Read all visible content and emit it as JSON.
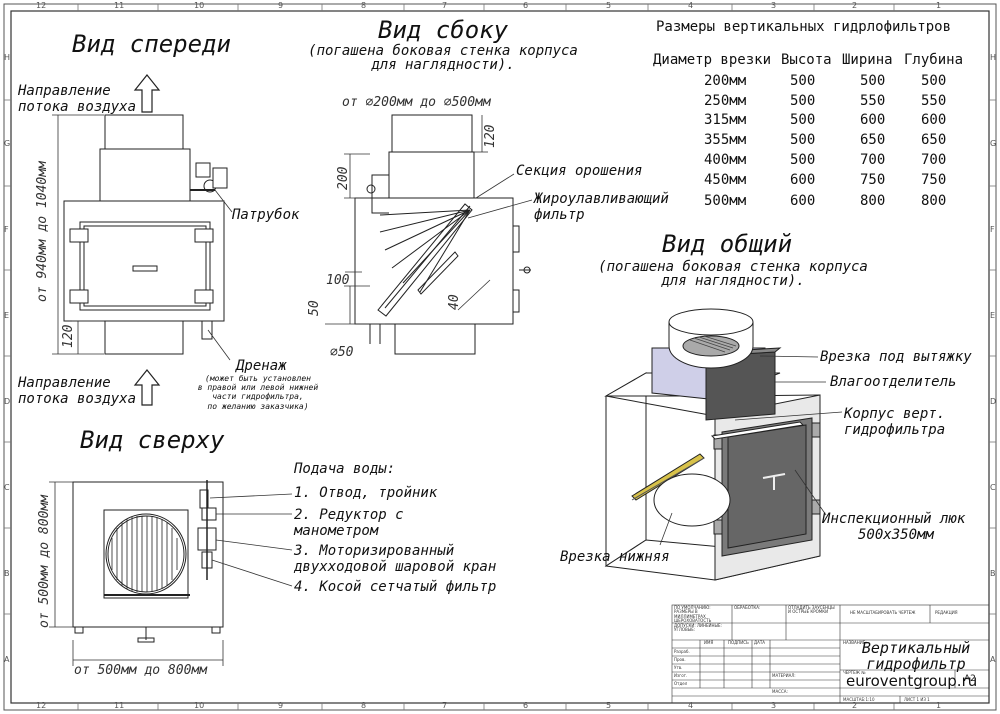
{
  "frame": {
    "cols_top": [
      "12",
      "11",
      "10",
      "9",
      "8",
      "7",
      "6",
      "5",
      "4",
      "3",
      "2",
      "1"
    ],
    "cols_bottom": [
      "12",
      "11",
      "10",
      "9",
      "8",
      "7",
      "6",
      "5",
      "4",
      "3",
      "2",
      "1"
    ],
    "rows": [
      "H",
      "G",
      "F",
      "E",
      "D",
      "C",
      "B",
      "A"
    ]
  },
  "front": {
    "title": "Вид спереди",
    "airflow_top": [
      "Направление",
      "потока воздуха"
    ],
    "airflow_bottom": [
      "Направление",
      "потока воздуха"
    ],
    "patrubok": "Патрубок",
    "drain": "Дренаж",
    "drain_note": [
      "(может быть установлен",
      "в правой или левой нижней",
      "части гидрофильтра,",
      "по желанию заказчика)"
    ],
    "dim_height": "от 940мм до 1040мм",
    "dim_120": "120"
  },
  "side": {
    "title": "Вид сбоку",
    "subtitle": [
      "(погашена боковая стенка корпуса",
      "для наглядности)."
    ],
    "diam_range": "от ∅200мм до ∅500мм",
    "dim_200": "200",
    "dim_120": "120",
    "dim_100": "100",
    "dim_50": "50",
    "dim_40": "40",
    "dim_d50": "∅50",
    "spray": "Секция орошения",
    "grease": [
      "Жироулавливающий",
      "фильтр"
    ]
  },
  "sizes": {
    "title": "Размеры вертикальных гидрлофильтров",
    "headers": [
      "Диаметр врезки",
      "Высота",
      "Ширина",
      "Глубина"
    ],
    "rows": [
      [
        "200мм",
        "500",
        "500",
        "500"
      ],
      [
        "250мм",
        "500",
        "550",
        "550"
      ],
      [
        "315мм",
        "500",
        "600",
        "600"
      ],
      [
        "355мм",
        "500",
        "650",
        "650"
      ],
      [
        "400мм",
        "500",
        "700",
        "700"
      ],
      [
        "450мм",
        "600",
        "750",
        "750"
      ],
      [
        "500мм",
        "600",
        "800",
        "800"
      ]
    ]
  },
  "general": {
    "title": "Вид общий",
    "subtitle": [
      "(погашена боковая стенка корпуса",
      "для наглядности)."
    ],
    "exhaust": "Врезка под вытяжку",
    "moisture": "Влагоотделитель",
    "body": [
      "Корпус верт.",
      "гидрофильтра"
    ],
    "hatch": [
      "Инспекционный люк",
      "500х350мм"
    ],
    "bottom": "Врезка нижняя"
  },
  "top": {
    "title": "Вид сверху",
    "water_title": "Подача воды:",
    "items": [
      "1. Отвод, тройник",
      "2. Редуктор с",
      "манометром",
      "3. Моторизированный",
      "двухходовой шаровой кран",
      "4. Косой сетчатый фильтр"
    ],
    "dim_vertical": "от 500мм до 800мм",
    "dim_horizontal": "от 500мм до 800мм"
  },
  "titleblock": {
    "name": [
      "Вертикальный",
      "гидрофильтр"
    ],
    "site": "euroventgroup.ru",
    "format": "A2",
    "cells_top": [
      "ПО УМОЛЧАНИЮ: РАЗМЕРЫ В МИЛЛИМЕТРАХ ШЕРОХОВАТОСТЬ ДОПУСКИ: ЛИНЕЙНЫЕ: УГЛОВЫЕ:",
      "ОБРАБОТКА:",
      "ОТЛАДИТЬ ЗАУСЕНЦЫ И ОСТРЫЕ КРОМКИ",
      "НЕ МАСШТАБИРОВАТЬ ЧЕРТЕЖ",
      "РЕДАКЦИЯ"
    ],
    "cells_rows": [
      "ИМЯ",
      "ПОДПИСЬ",
      "ДАТА",
      "НАЗВАНИЕ:",
      "Разраб.",
      "Пров.",
      "Утв.",
      "Изгот.",
      "Отдел",
      "МАТЕРИАЛ:",
      "ЧЕРТЕЖ №",
      "МАССА:",
      "МАСШТАБ:1:10",
      "ЛИСТ 1 ИЗ 1"
    ]
  }
}
